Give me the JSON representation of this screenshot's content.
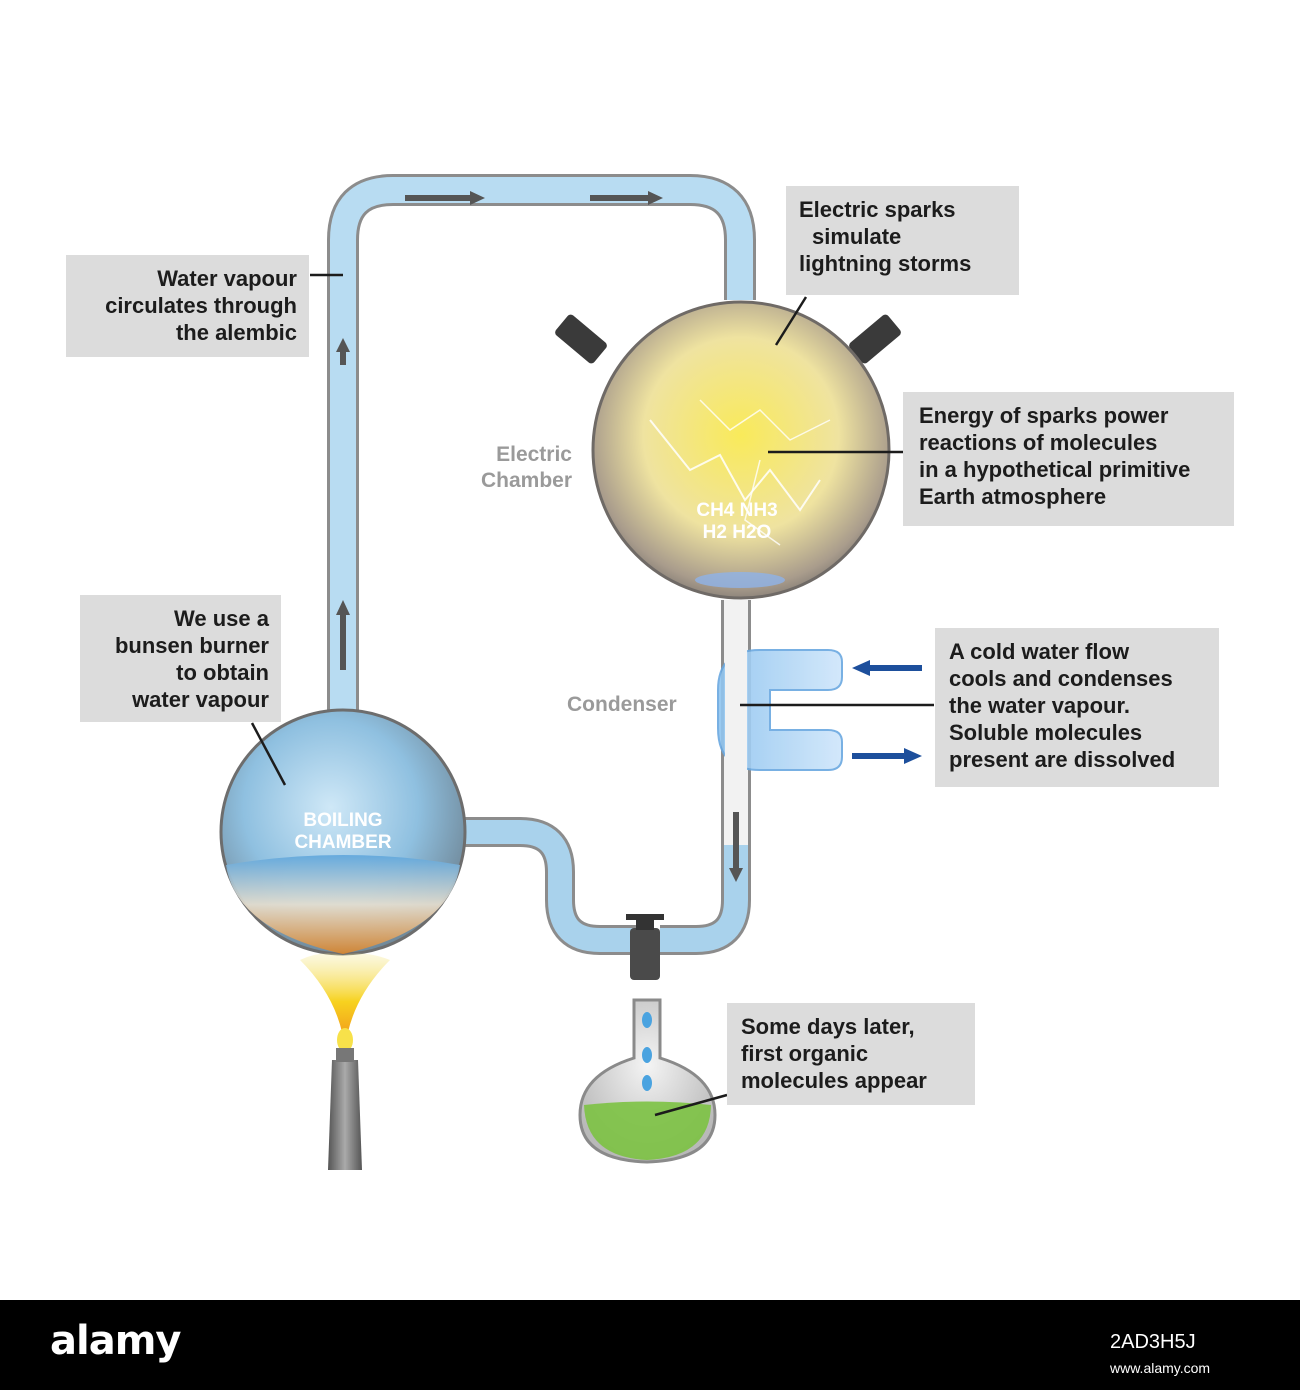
{
  "labels": {
    "water_vapour": [
      "Water vapour",
      "circulates through",
      "the alembic"
    ],
    "electric_sparks": [
      "Electric sparks",
      "simulate",
      "lightning storms"
    ],
    "energy_sparks": [
      "Energy of sparks power",
      "reactions  of  molecules",
      "in a hypothetical primitive",
      "Earth atmosphere"
    ],
    "bunsen": [
      "We use a",
      "bunsen burner",
      "to obtain",
      "water vapour"
    ],
    "cold_water": [
      "A cold water flow",
      "cools and condenses",
      "the water vapour.",
      "Soluble molecules",
      "present are dissolved"
    ],
    "organic": [
      "Some days later,",
      "first organic",
      "molecules appear"
    ],
    "electric_chamber": [
      "Electric",
      "Chamber"
    ],
    "condenser": "Condenser",
    "boiling_chamber": [
      "BOILING",
      "CHAMBER"
    ],
    "gases": [
      "CH4 NH3",
      "H2 H2O"
    ]
  },
  "footer": {
    "logo": "alamy",
    "image_id": "2AD3H5J",
    "url": "www.alamy.com"
  },
  "colors": {
    "callout_bg": "#dcdcdc",
    "water": "#a9d2ec",
    "spark_glow": "#f3e66a",
    "flame": "#f7b52a",
    "liquid_green": "#7cc242",
    "arrow_blue": "#1d4f9c",
    "arrow_gray": "#555555"
  }
}
